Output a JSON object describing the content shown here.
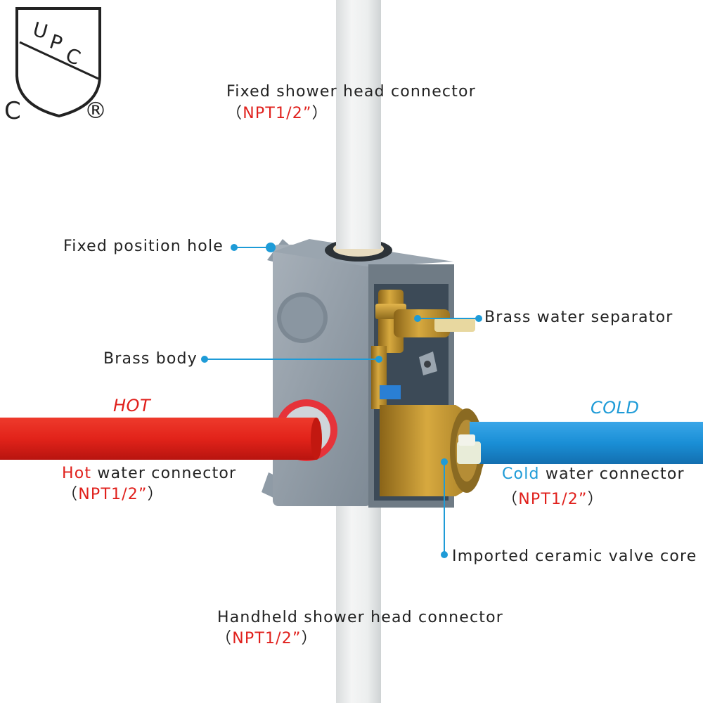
{
  "certification": {
    "upc_letters": [
      "U",
      "P",
      "C"
    ],
    "c_mark": "C",
    "registered_mark": "®"
  },
  "colors": {
    "hot_pipe": "#e2231a",
    "cold_pipe": "#1a8fd6",
    "callout": "#1e9bd7",
    "body_gray": "#8e9aa6",
    "brass": "#c4962e"
  },
  "pipe_tags": {
    "hot": "HOT",
    "cold": "COLD"
  },
  "labels": {
    "fixed_shower": {
      "text": "Fixed shower head connector",
      "spec_open": "（",
      "spec": "NPT1/2”",
      "spec_close": "）"
    },
    "fixed_hole": {
      "text": "Fixed position hole"
    },
    "brass_separator": {
      "text": "Brass water separator"
    },
    "brass_body": {
      "text": "Brass body"
    },
    "hot_connector": {
      "highlight": "Hot",
      "rest": " water connector",
      "spec_open": "（",
      "spec": "NPT1/2”",
      "spec_close": "）"
    },
    "cold_connector": {
      "highlight": "Cold",
      "rest": " water connector",
      "spec_open": "（",
      "spec": "NPT1/2”",
      "spec_close": "）"
    },
    "ceramic_core": {
      "text": "Imported ceramic valve core"
    },
    "handheld": {
      "text": "Handheld shower head connector",
      "spec_open": "（",
      "spec": "NPT1/2”",
      "spec_close": "）"
    }
  }
}
